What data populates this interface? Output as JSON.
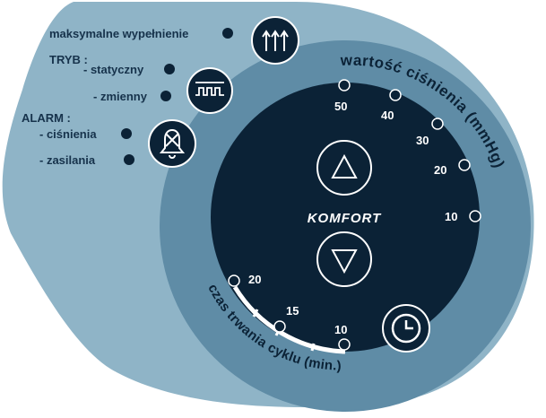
{
  "menu": {
    "max_fill": "maksymalne wypełnienie",
    "tryb": "TRYB :",
    "statyczny": "- statyczny",
    "zmienny": "- zmienny",
    "alarm": "ALARM :",
    "cisnienia": "- ciśnienia",
    "zasilania": "- zasilania"
  },
  "dial": {
    "pressure_label": "wartość ciśnienia (mmHg)",
    "pressure_ticks": [
      "50",
      "40",
      "30",
      "20",
      "10"
    ],
    "cycle_label": "czas trwania cyklu (min.)",
    "cycle_ticks": [
      "20",
      "15",
      "10"
    ],
    "center_label": "KOMFORT"
  },
  "icons": {
    "max_fill": "max-fill-arrows-icon",
    "mode": "wave-mode-icon",
    "alarm": "alarm-bell-mute-icon",
    "up": "up-triangle-icon",
    "down": "down-triangle-icon",
    "clock": "clock-icon"
  },
  "colors": {
    "outer_panel": "#8fb4c7",
    "inner_ring": "#5f8ca6",
    "dial": "#0b2236",
    "text": "#16324b"
  }
}
